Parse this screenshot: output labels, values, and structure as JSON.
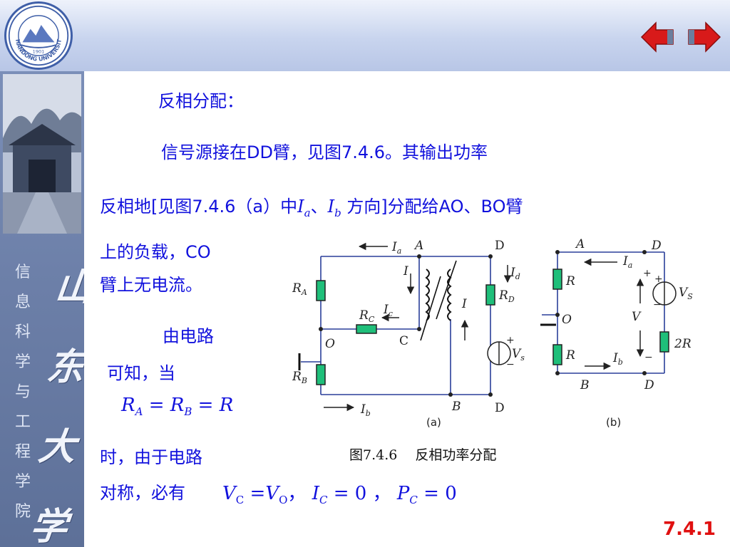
{
  "header": {
    "logo_text": "SHANDONG UNIVERSITY",
    "logo_year": "1901"
  },
  "sidebar": {
    "vertical_text": [
      "信",
      "息",
      "科",
      "学",
      "与",
      "工",
      "程",
      "学",
      "院"
    ],
    "calligraphy": [
      "山",
      "东",
      "大",
      "学"
    ]
  },
  "content": {
    "heading": "反相分配：",
    "line1": "信号源接在DD臂，见图7.4.6。其输出功率",
    "line2_pre": "反相地[见图7.4.6（a）中",
    "line2_post": "方向]分配给AO、BO臂",
    "line3": "上的负载，CO",
    "line4": "臂上无电流。",
    "line5": "由电路",
    "line6": "可知，当",
    "line7": "时，由于电路",
    "line8": "对称，必有",
    "sep1": "、",
    "sep2": "，",
    "sep3": "，",
    "eq_sign": "=",
    "zero": "0"
  },
  "symbols": {
    "I": "I",
    "R": "R",
    "V": "V",
    "sub_a": "a",
    "sub_b": "b",
    "sub_A": "A",
    "sub_B": "B",
    "sub_C": "C",
    "sub_O": "O"
  },
  "circuit_a": {
    "node_A": "A",
    "node_D": "D",
    "node_C": "C",
    "node_O": "O",
    "node_B": "B",
    "label_Ia": "I",
    "sub_a": "a",
    "label_Ib": "I",
    "sub_b": "b",
    "label_Ic": "I",
    "sub_c": "c",
    "label_Id": "I",
    "sub_d": "d",
    "label_I1": "I",
    "label_I2": "I",
    "label_RA": "R",
    "sub_RA": "A",
    "label_RB": "R",
    "sub_RB": "B",
    "label_RC": "R",
    "sub_RC": "C",
    "label_RD": "R",
    "sub_RD": "D",
    "label_Vs": "V",
    "sub_Vs": "s",
    "plus": "+",
    "minus": "−",
    "tag": "(a)"
  },
  "circuit_b": {
    "node_A": "A",
    "node_D": "D",
    "node_O": "O",
    "node_B": "B",
    "label_R1": "R",
    "label_R2": "R",
    "label_2R": "2R",
    "label_Ia": "I",
    "sub_a": "a",
    "label_Ib": "I",
    "sub_b": "b",
    "label_V": "V",
    "label_Vs": "V",
    "sub_Vs": "S",
    "plus": "+",
    "minus": "−",
    "tag": "(b)"
  },
  "caption": "图7.4.6　 反相功率分配",
  "page_number": "7.4.1",
  "colors": {
    "text": "#1111dd",
    "page_number": "#e01010",
    "resistor_fill": "#1fbf7a",
    "nav_arrow": "#d81a1a"
  }
}
